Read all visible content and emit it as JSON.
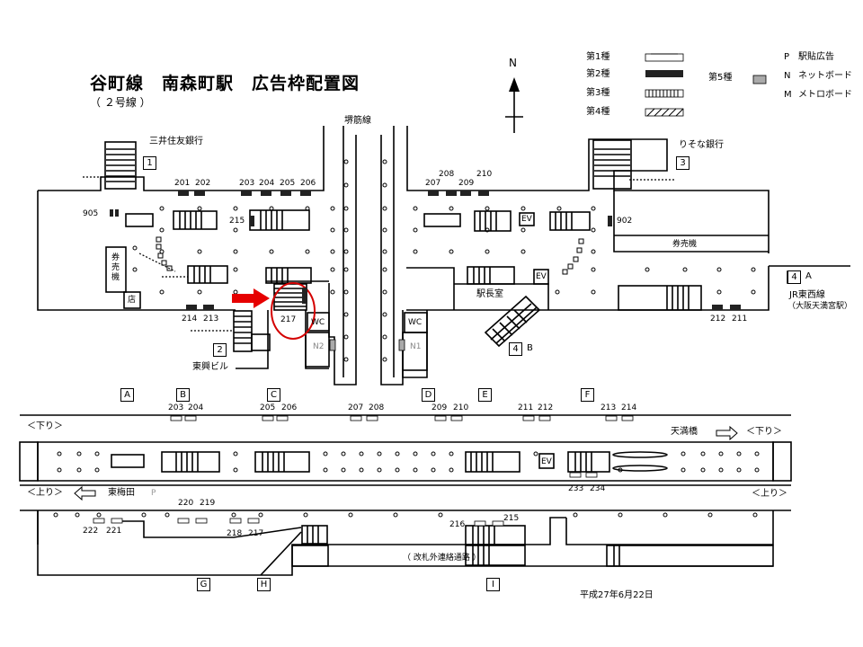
{
  "header": {
    "title": "谷町線　南森町駅　広告枠配置図",
    "subtitle": "（ ２号線 ）",
    "date": "平成27年6月22日"
  },
  "north": "N",
  "legend": {
    "types": [
      "第1種",
      "第2種",
      "第3種",
      "第4種"
    ],
    "type5": "第5種",
    "notes": [
      {
        "key": "P",
        "text": "駅貼広告"
      },
      {
        "key": "N",
        "text": "ネットボード"
      },
      {
        "key": "M",
        "text": "メトロボード"
      }
    ]
  },
  "places": {
    "mitsui": "三井住友銀行",
    "risona": "りそな銀行",
    "sakaisuji": "堺筋線",
    "toko": "東興ビル",
    "ekichoshitsu": "駅長室",
    "kippu_h": "券売機",
    "kippu_v": "券\n売\n機",
    "jr": "JR東西線",
    "jr2": "（大阪天満宮駅）",
    "wc": "WC",
    "ev": "EV",
    "shop": "店",
    "tenmabashi": "天満橋",
    "higashiumeda": "東梅田",
    "kudari": "＜下り＞",
    "nobori": "＜上り＞",
    "passage": "（ 改札外連絡通路 ）",
    "p_mark": "P"
  },
  "exits": {
    "e1": "1",
    "e2": "2",
    "e3": "3",
    "e4a": "4",
    "e4b": "4",
    "a_label": "A",
    "b_label": "B"
  },
  "concourse_ads": {
    "n201": "201",
    "n202": "202",
    "n203": "203",
    "n204": "204",
    "n205": "205",
    "n206": "206",
    "n207": "207",
    "n208": "208",
    "n209": "209",
    "n210": "210",
    "n211": "211",
    "n212": "212",
    "n213": "213",
    "n214": "214",
    "n215": "215",
    "n217": "217",
    "n902": "902",
    "n905": "905",
    "nN1": "N1",
    "nN2": "N2"
  },
  "platform_sections": [
    "A",
    "B",
    "C",
    "D",
    "E",
    "F"
  ],
  "platform_top_ads": [
    "203",
    "204",
    "205",
    "206",
    "207",
    "208",
    "209",
    "210",
    "211",
    "212",
    "213",
    "214"
  ],
  "platform_ads": {
    "n233": "233",
    "n234": "234"
  },
  "lower_ads": {
    "n222": "222",
    "n221": "221",
    "n220": "220",
    "n219": "219",
    "n218": "218",
    "n217": "217",
    "n216": "216",
    "n215": "215"
  },
  "lower_sections": {
    "g": "G",
    "h": "H",
    "i": "I"
  }
}
